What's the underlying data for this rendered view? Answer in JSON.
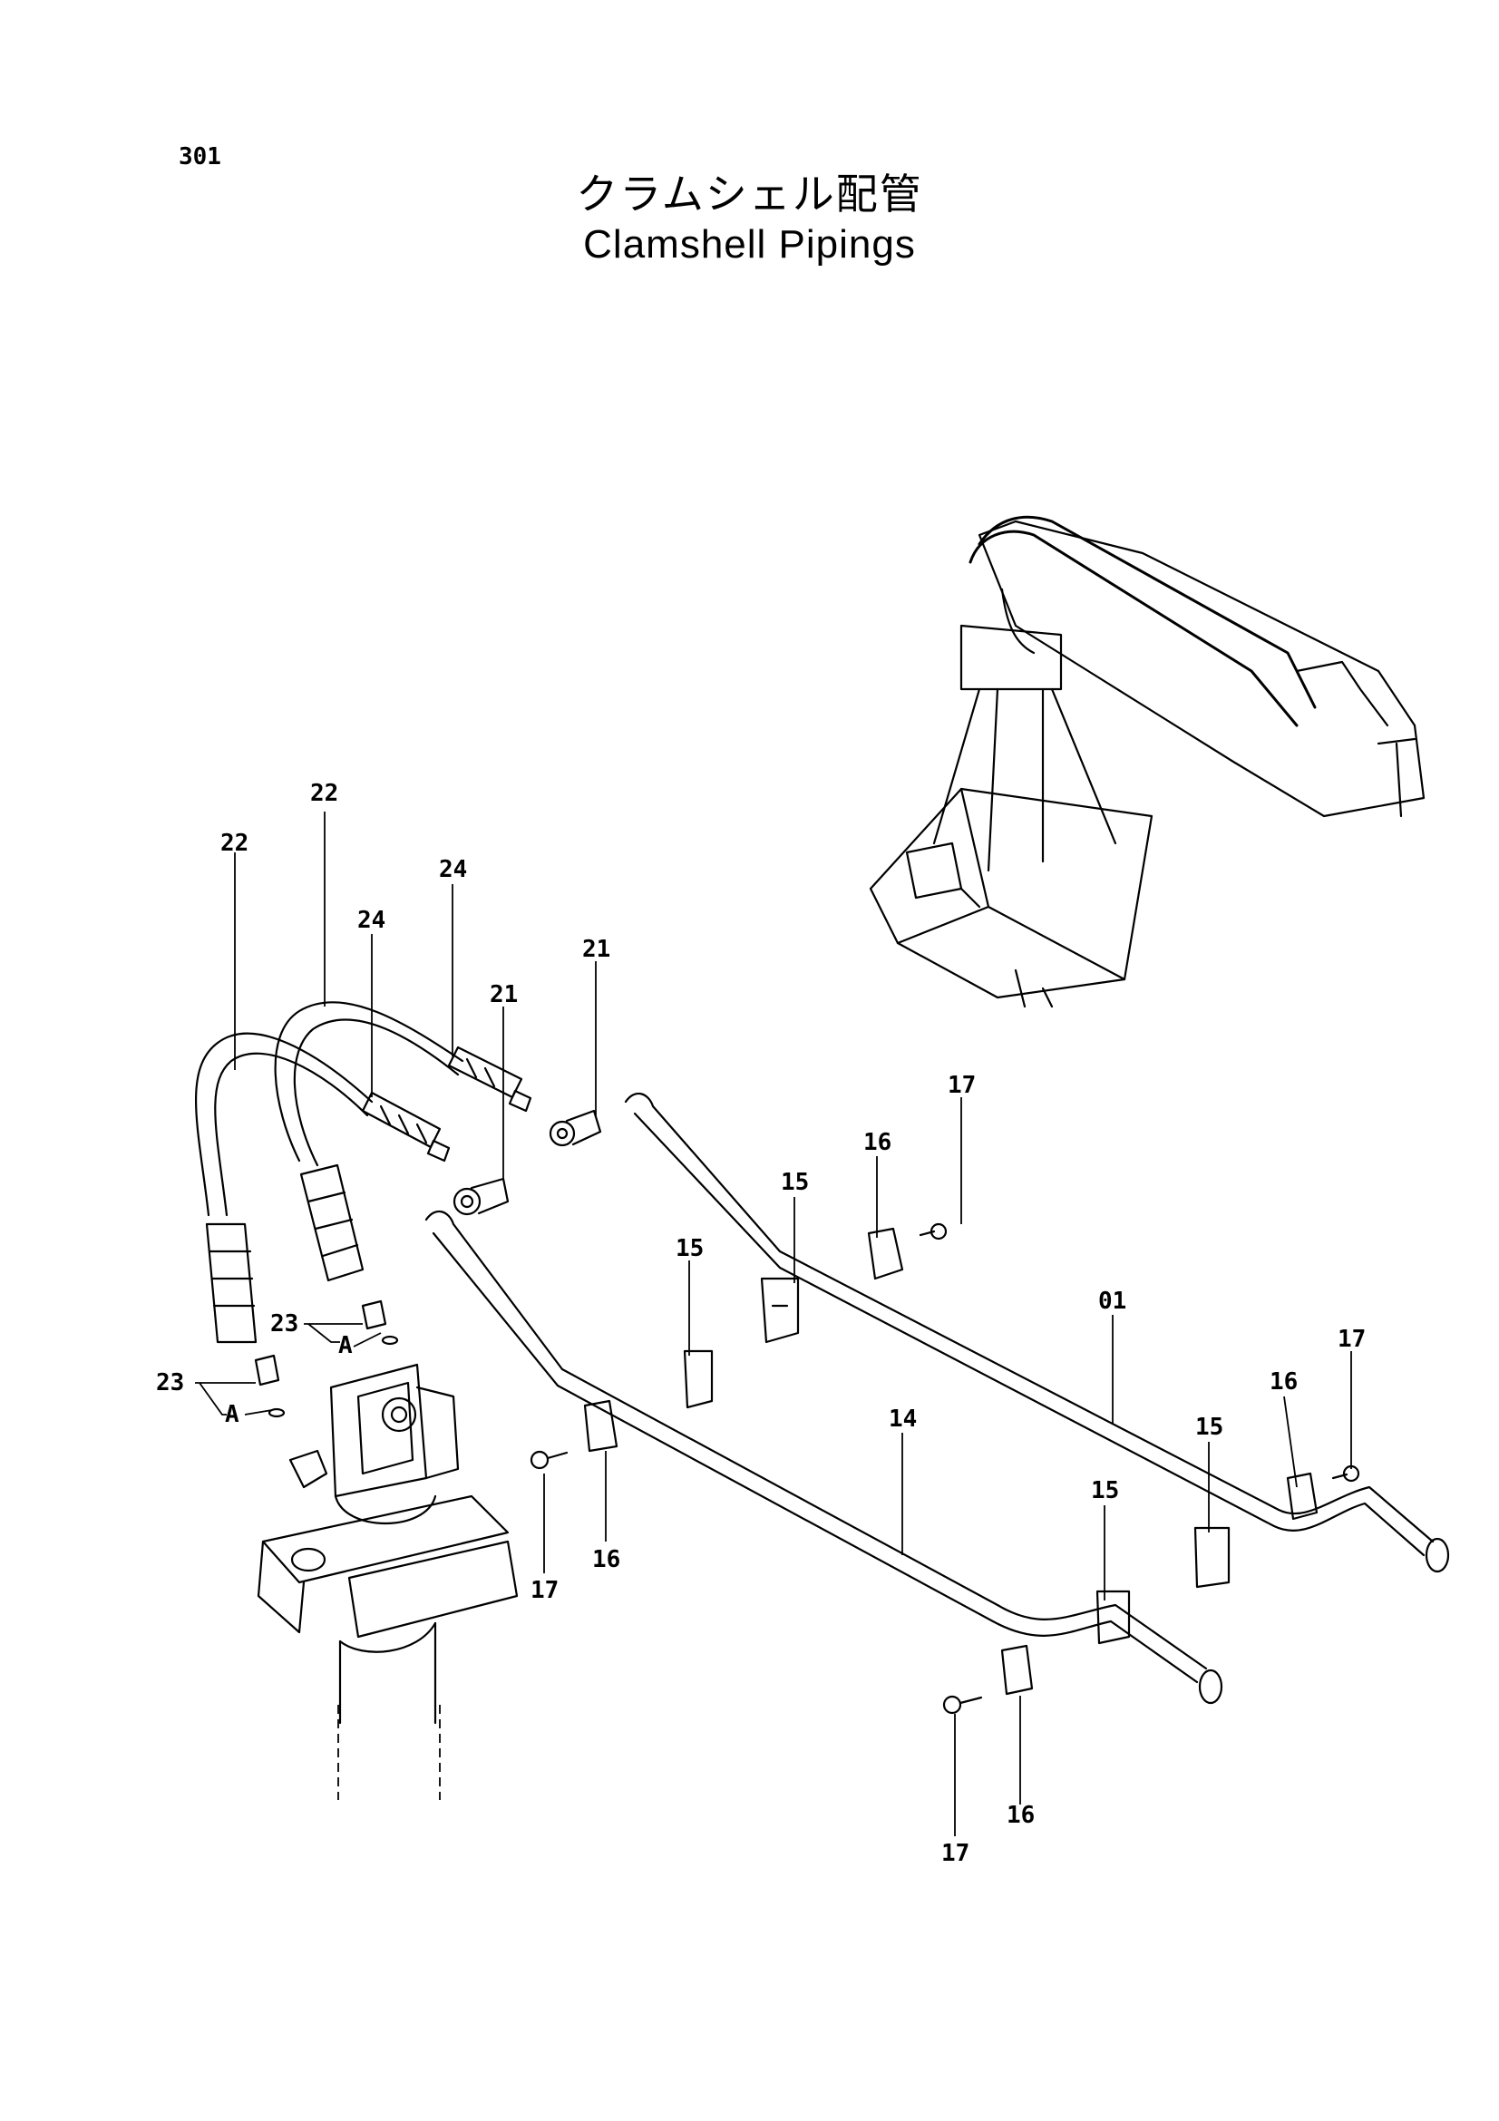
{
  "header": {
    "page_number": "301",
    "title_ja": "クラムシェル配管",
    "title_en": "Clamshell Pipings"
  },
  "callouts": {
    "c22a": "22",
    "c22b": "22",
    "c24a": "24",
    "c24b": "24",
    "c21a": "21",
    "c21b": "21",
    "c17a": "17",
    "c17b": "17",
    "c17c": "17",
    "c17d": "17",
    "c16a": "16",
    "c16b": "16",
    "c16c": "16",
    "c16d": "16",
    "c15a": "15",
    "c15b": "15",
    "c15c": "15",
    "c15d": "15",
    "c01": "01",
    "c14": "14",
    "c23a": "23",
    "c23b": "23",
    "cAa": "A",
    "cAb": "A"
  }
}
